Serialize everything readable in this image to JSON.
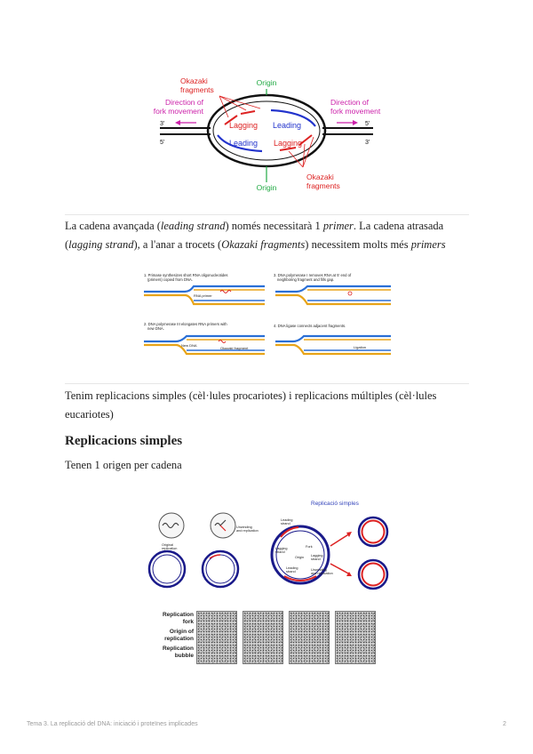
{
  "figure1": {
    "origin_top": "Origin",
    "origin_bottom": "Origin",
    "okazaki_top": [
      "Okazaki",
      "fragments"
    ],
    "okazaki_bottom": [
      "Okazaki",
      "fragments"
    ],
    "dir_left": [
      "Direction of",
      "fork movement"
    ],
    "dir_right": [
      "Direction of",
      "fork movement"
    ],
    "lagging_top": "Lagging",
    "leading_top": "Leading",
    "leading_bottom": "Leading",
    "lagging_bottom": "Lagging",
    "end_3_top_left": "3'",
    "end_5_bottom_left": "5'",
    "end_5_top_right": "5'",
    "end_3_bottom_right": "3'"
  },
  "paragraph1": {
    "t1": "La cadena avançada (",
    "e1": "leading strand",
    "t2": ") només necessitarà 1 ",
    "e2": "primer",
    "t3": ". La cadena atrasada (",
    "e3": "lagging strand",
    "t4": "), a l'anar a trocets (",
    "e4": "Okazaki fragments",
    "t5": ") necessitem molts més ",
    "e5": "primers"
  },
  "figure2": {
    "panel1": [
      "1. Primase synthesizes short RNA oligonucleotides",
      "(primers) copied from DNA."
    ],
    "panel1_label": "RNA primer",
    "panel2": [
      "2. DNA polymerase III elongates RNA primers with",
      "new DNA."
    ],
    "panel2_labels": [
      "New DNA",
      "Okazaki fragment"
    ],
    "panel3": [
      "3. DNA polymerase I removes RNA at 5' end of",
      "neighboring fragment and fills gap."
    ],
    "panel4": [
      "4. DNA ligase connects adjacent fragments."
    ],
    "panel4_label": "Ligation"
  },
  "paragraph2": "Tenim replicacions simples (cèl·lules procariotes) i replicacions múltiples (cèl·lules eucariotes)",
  "heading": "Replicacions simples",
  "paragraph3": "Tenen 1 origen per cadena",
  "figure3": {
    "title": "Replicació simples",
    "labels": {
      "original_molecule": [
        "Original",
        "replication"
      ],
      "unwinding": [
        "Unwinding",
        "and replication"
      ],
      "leading_strand": [
        "Leading",
        "strand"
      ],
      "lagging_strand": [
        "Lagging",
        "strand"
      ],
      "origin": "Origin",
      "fork": "Fork",
      "lagging_strand_right": [
        "Lagging",
        "strand"
      ],
      "leading_strand_bottom": [
        "Leading",
        "strand"
      ],
      "unwinding_right": [
        "Unwinding",
        "and replication"
      ]
    },
    "micro_labels": [
      "Replication",
      "fork",
      "Origin of",
      "replication",
      "Replication",
      "bubble"
    ]
  },
  "footer": {
    "text": "Tema 3. La replicació del DNA: iniciació i proteïnes implicades",
    "page": "2"
  }
}
